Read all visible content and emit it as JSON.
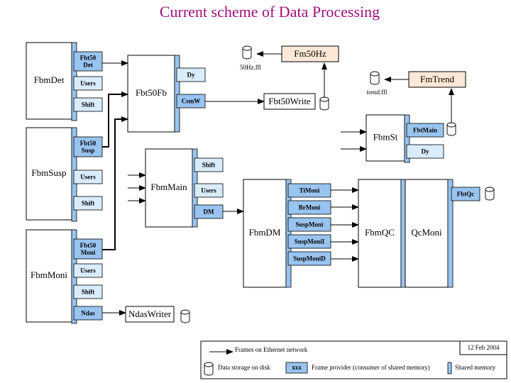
{
  "title": "Current scheme of Data Processing",
  "nodes": {
    "FbmDet": {
      "label": "FbmDet",
      "providers": [
        "Fbt50\nDet",
        "Users",
        "Shift"
      ]
    },
    "FbmSusp": {
      "label": "FbmSusp",
      "providers": [
        "Fbt50\nSusp",
        "Users",
        "Shift"
      ]
    },
    "FbmMoni": {
      "label": "FbmMoni",
      "providers": [
        "Fbt50\nMoni",
        "Users",
        "Shift",
        "Ndas"
      ]
    },
    "Fbt50Fb": {
      "label": "Fbt50Fb",
      "providers": [
        "Dy",
        "CsmW"
      ]
    },
    "FbmMain": {
      "label": "FbmMain",
      "providers": [
        "Shift",
        "Users",
        "DM"
      ]
    },
    "FbmDM": {
      "label": "FbmDM",
      "providers": [
        "TiMoni",
        "BrMoni",
        "SuspMoni",
        "SuspMoniI",
        "SuspMoniD"
      ]
    },
    "FbmQC": {
      "label": "FbmQC"
    },
    "QcMoni": {
      "label": "QcMoni",
      "providers": [
        "FbtQc"
      ]
    },
    "FbmSt": {
      "label": "FbmSt",
      "providers": [
        "FbtMain",
        "Dy"
      ]
    },
    "Fm50Hz": {
      "label": "Fm50Hz"
    },
    "FmTrend": {
      "label": "FmTrend"
    },
    "Fbt50Write": {
      "label": "Fbt50Write"
    },
    "NdasWriter": {
      "label": "NdasWriter"
    }
  },
  "files": {
    "hz": "50Hz.ffl",
    "trend": "trend.ffl"
  },
  "legend": {
    "arrow": "Frames on Ethernet network",
    "disk": "Data storage on disk",
    "provider_sample": "xxx",
    "provider": "Frame provider (consumer of shared memory)",
    "shm": "Shared memory",
    "date": "12 Feb 2004"
  },
  "colors": {
    "title": "#a0107a",
    "shared_memory": "#99c4f0",
    "provider_light": "#d9ecfb",
    "fm_box": "#fce8d6"
  }
}
